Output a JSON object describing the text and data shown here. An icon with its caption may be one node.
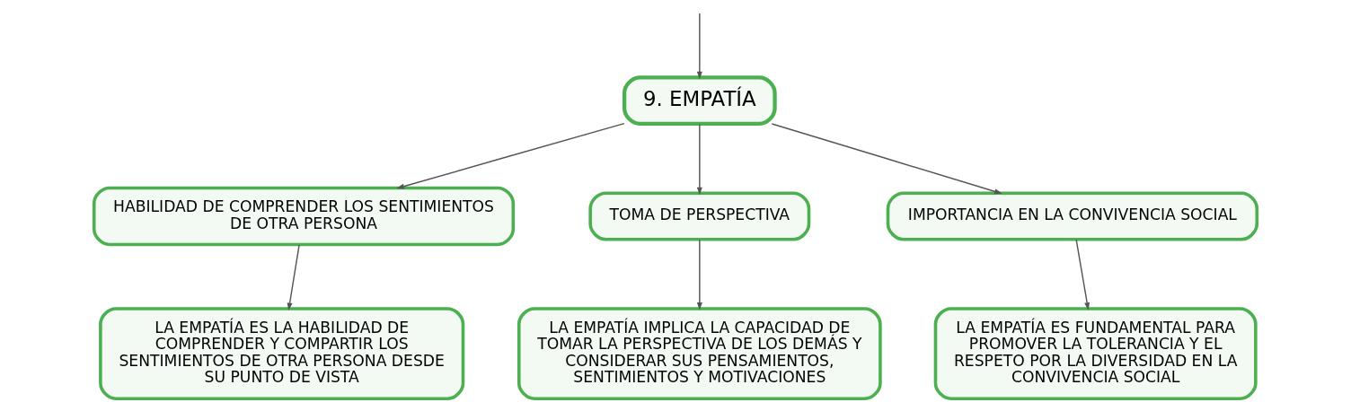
{
  "diagram": {
    "nodes": [
      {
        "text": [
          "9. EMPATÍA"
        ]
      },
      {
        "text": [
          "HABILIDAD DE COMPRENDER LOS SENTIMIENTOS DE OTRA PERSONA"
        ]
      },
      {
        "text": [
          "TOMA DE PERSPECTIVA"
        ]
      },
      {
        "text": [
          "IMPORTANCIA EN LA CONVIVENCIA SOCIAL"
        ]
      },
      {
        "text": [
          "LA EMPATÍA ES LA HABILIDAD DE COMPRENDER Y COMPARTIR LOS SENTIMIENTOS DE OTRA PERSONA DESDE SU PUNTO DE VISTA"
        ]
      },
      {
        "text": [
          "LA EMPATÍA IMPLICA LA CAPACIDAD DE TOMAR LA PERSPECTIVA DE LOS DEMÁS Y CONSIDERAR SUS PENSAMIENTOS, SENTIMIENTOS Y MOTIVACIONES"
        ]
      },
      {
        "text": [
          "LA EMPATÍA ES FUNDAMENTAL PARA PROMOVER LA TOLERANCIA Y EL RESPETO POR LA DIVERSIDAD EN LA CONVIVENCIA SOCIAL"
        ]
      }
    ],
    "edges": [
      {
        "from": null,
        "to": 0,
        "arrow": "to"
      },
      {
        "from": 0,
        "to": 1,
        "arrow": "to"
      },
      {
        "from": 0,
        "to": 2,
        "arrow": "to"
      },
      {
        "from": 0,
        "to": 3,
        "arrow": "to"
      },
      {
        "from": 1,
        "to": 4,
        "arrow": "to"
      },
      {
        "from": 2,
        "to": 5,
        "arrow": "to"
      },
      {
        "from": 3,
        "to": 6,
        "arrow": "to"
      }
    ]
  }
}
